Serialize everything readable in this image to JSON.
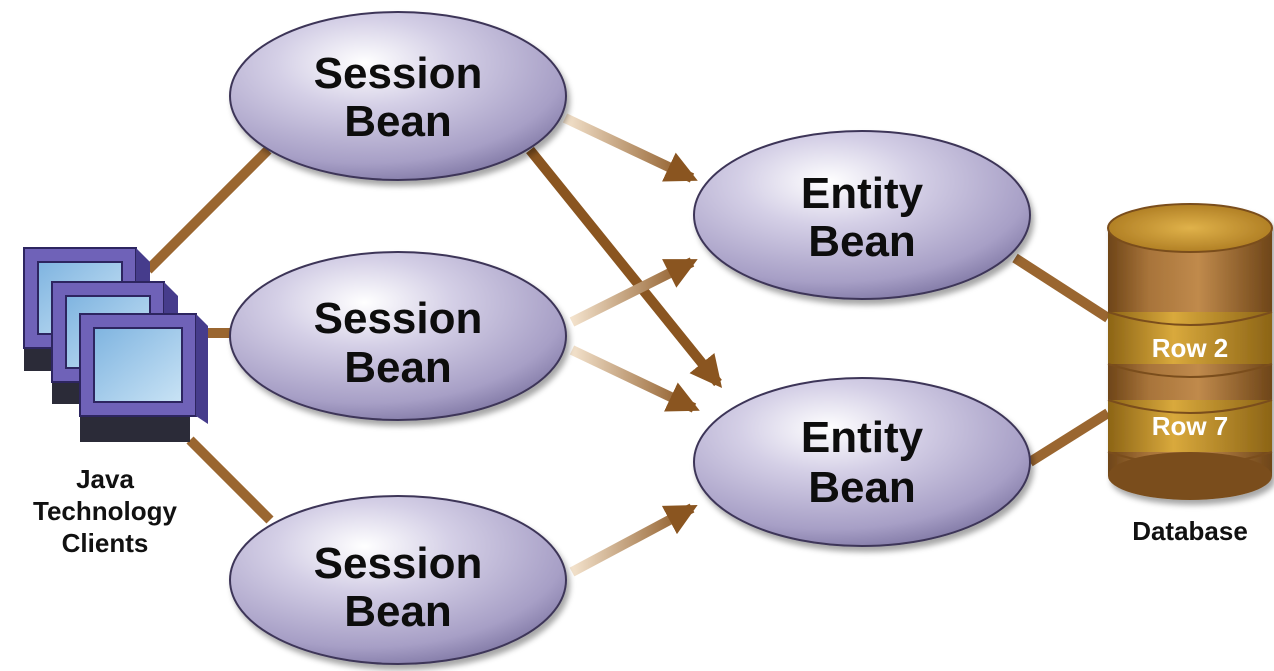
{
  "session_beans": [
    {
      "line1": "Session",
      "line2": "Bean"
    },
    {
      "line1": "Session",
      "line2": "Bean"
    },
    {
      "line1": "Session",
      "line2": "Bean"
    }
  ],
  "entity_beans": [
    {
      "line1": "Entity",
      "line2": "Bean"
    },
    {
      "line1": "Entity",
      "line2": "Bean"
    }
  ],
  "clients": {
    "label_lines": [
      "Java",
      "Technology",
      "Clients"
    ]
  },
  "database": {
    "label": "Database",
    "rows": [
      "Row 2",
      "Row 7"
    ]
  },
  "colors": {
    "bean_fill": "#b8b0d0",
    "bean_stroke": "#4a4060",
    "connector": "#8a5a2b",
    "db_body": "#9c6a34",
    "db_band": "#c8963c",
    "monitor": "#7a6fc0"
  }
}
